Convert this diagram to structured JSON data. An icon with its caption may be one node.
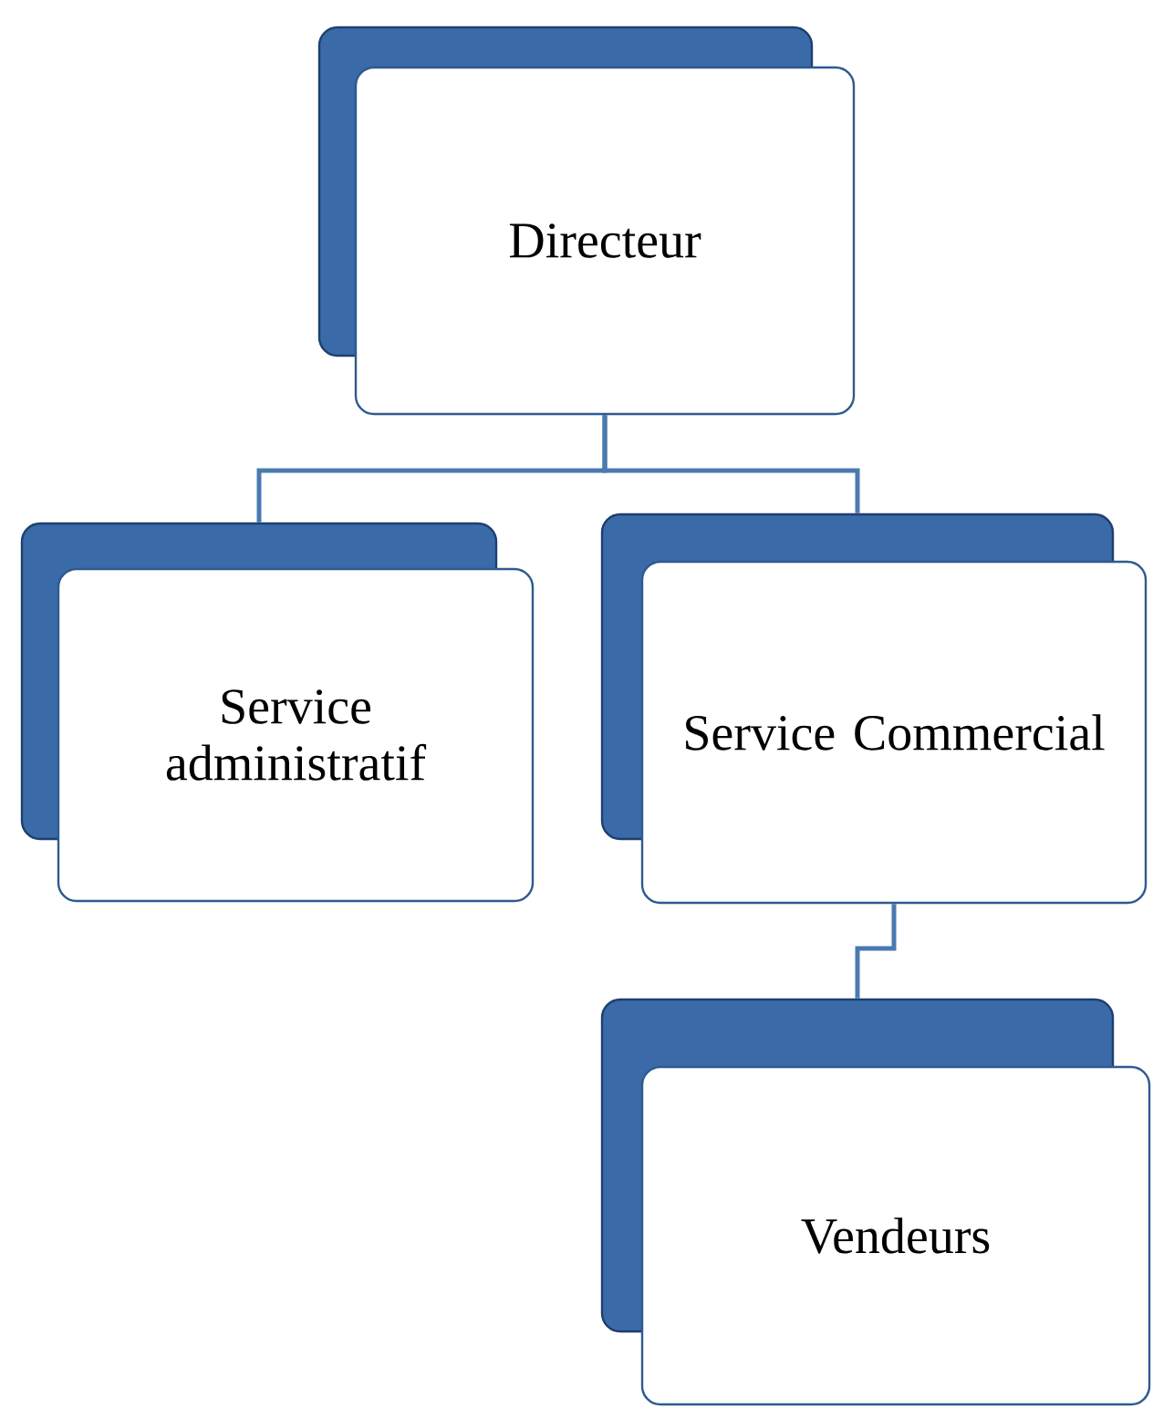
{
  "diagram": {
    "nodes": [
      {
        "text": [
          "Directeur"
        ]
      },
      {
        "text": [
          "Service administratif"
        ]
      },
      {
        "text": [
          "Service Commercial"
        ]
      },
      {
        "text": [
          "Vendeurs"
        ]
      }
    ],
    "edges": [
      {
        "from": 0,
        "to": 1,
        "arrow": "none"
      },
      {
        "from": 0,
        "to": 2,
        "arrow": "none"
      },
      {
        "from": 2,
        "to": 3,
        "arrow": "none"
      }
    ]
  }
}
